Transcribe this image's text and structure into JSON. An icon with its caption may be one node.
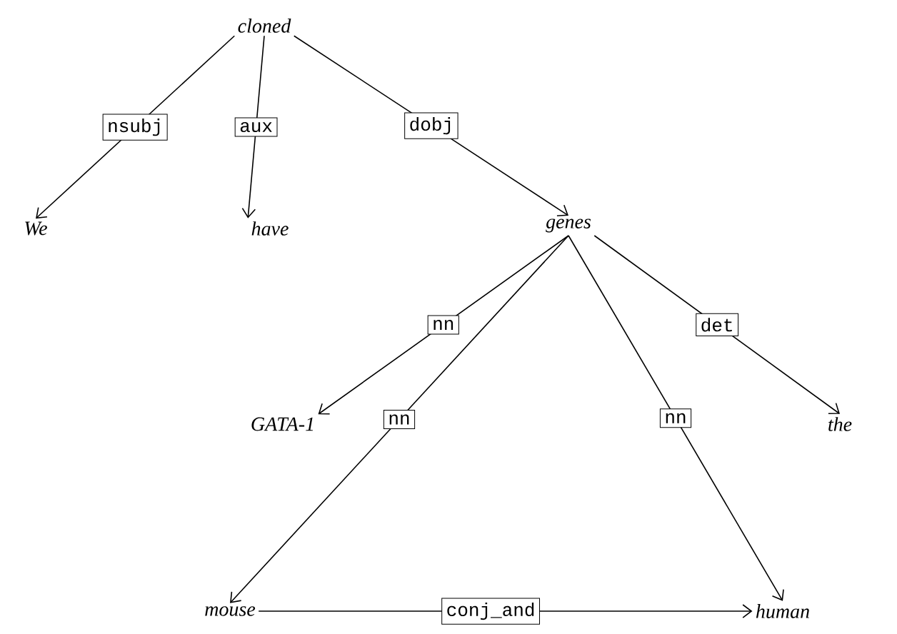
{
  "diagram": {
    "nodes": [
      {
        "text": [
          "cloned"
        ]
      },
      {
        "text": [
          "We"
        ]
      },
      {
        "text": [
          "have"
        ]
      },
      {
        "text": [
          "genes"
        ]
      },
      {
        "text": [
          "GATA-1"
        ]
      },
      {
        "text": [
          "the"
        ]
      },
      {
        "text": [
          "mouse"
        ]
      },
      {
        "text": [
          "human"
        ]
      }
    ],
    "edges": [
      {
        "from": 0,
        "to": 1,
        "arrow": "to",
        "label": "nsubj"
      },
      {
        "from": 0,
        "to": 2,
        "arrow": "to",
        "label": "aux"
      },
      {
        "from": 0,
        "to": 3,
        "arrow": "to",
        "label": "dobj"
      },
      {
        "from": 3,
        "to": 4,
        "arrow": "to",
        "label": "nn"
      },
      {
        "from": 3,
        "to": 6,
        "arrow": "to",
        "label": "nn"
      },
      {
        "from": 3,
        "to": 7,
        "arrow": "to",
        "label": "nn"
      },
      {
        "from": 3,
        "to": 5,
        "arrow": "to",
        "label": "det"
      },
      {
        "from": 6,
        "to": 7,
        "arrow": "to",
        "label": "conj_and"
      }
    ]
  }
}
